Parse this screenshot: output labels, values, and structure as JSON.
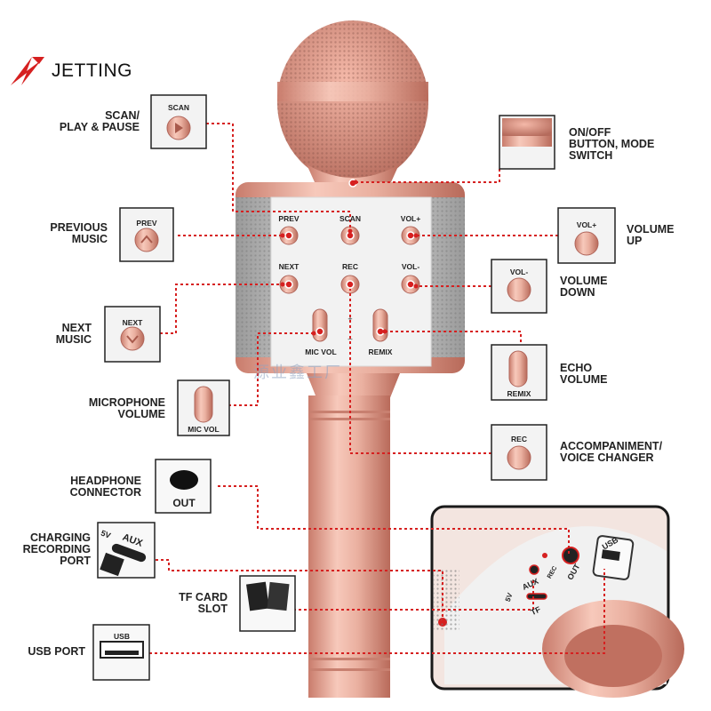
{
  "brand": {
    "name": "JETTING"
  },
  "callouts": {
    "scan": {
      "label": "SCAN/\nPLAY & PAUSE",
      "tag": "SCAN"
    },
    "prev": {
      "label": "PREVIOUS\nMUSIC",
      "tag": "PREV"
    },
    "next": {
      "label": "NEXT\nMUSIC",
      "tag": "NEXT"
    },
    "micvol": {
      "label": "MICROPHONE\nVOLUME",
      "tag": "MIC VOL"
    },
    "headphone": {
      "label": "HEADPHONE\nCONNECTOR",
      "tag": "OUT"
    },
    "charging": {
      "label": "CHARGING\nRECORDING\nPORT",
      "tag": "AUX",
      "tag2": "5V"
    },
    "tfcard": {
      "label": "TF CARD\nSLOT"
    },
    "usb": {
      "label": "USB PORT",
      "tag": "USB"
    },
    "power": {
      "label": "ON/OFF\nBUTTON, MODE\nSWITCH"
    },
    "volup": {
      "label": "VOLUME\nUP",
      "tag": "VOL+"
    },
    "voldown": {
      "label": "VOLUME\nDOWN",
      "tag": "VOL-"
    },
    "echo": {
      "label": "ECHO\nVOLUME",
      "tag": "REMIX"
    },
    "rec": {
      "label": "ACCOMPANIMENT/\nVOICE CHANGER",
      "tag": "REC"
    }
  },
  "panel": {
    "prev": "PREV",
    "scan": "SCAN",
    "volup": "VOL+",
    "next": "NEXT",
    "rec": "REC",
    "voldown": "VOL-",
    "micvol": "MIC VOL",
    "remix": "REMIX"
  },
  "closeup": {
    "usb": "USB",
    "out": "OUT",
    "rec": "REC",
    "aux": "AUX",
    "fivev": "5V",
    "tf": "TF"
  },
  "watermark": "源业鑫工厂",
  "colors": {
    "rosegold": "#e9a796",
    "accent": "#d62020",
    "panel": "#f2f2f2"
  }
}
